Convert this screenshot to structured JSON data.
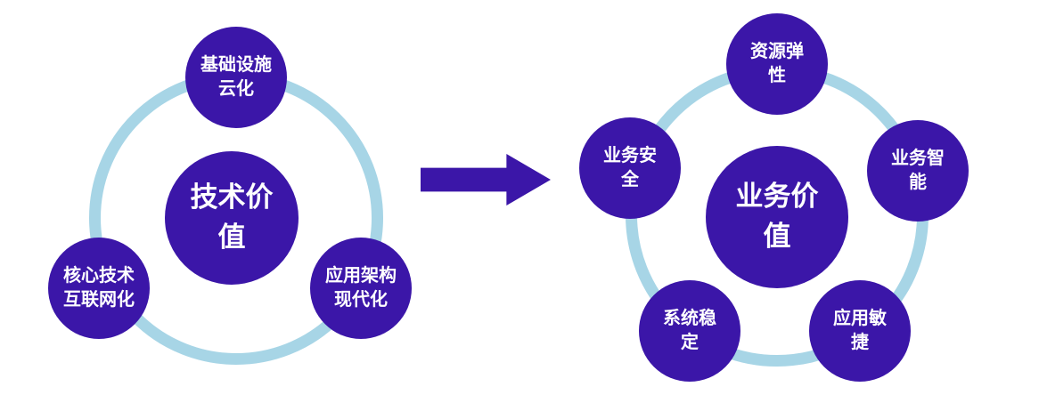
{
  "colors": {
    "circle_purple": "#3b16a8",
    "ring_blue": "#a7d5e6",
    "text_white": "#ffffff",
    "background": "#ffffff"
  },
  "left_diagram": {
    "center": {
      "lines": [
        "技术价",
        "值"
      ]
    },
    "satellites": [
      {
        "lines": [
          "基础设施",
          "云化"
        ]
      },
      {
        "lines": [
          "核心技术",
          "互联网化"
        ]
      },
      {
        "lines": [
          "应用架构",
          "现代化"
        ]
      }
    ]
  },
  "right_diagram": {
    "center": {
      "lines": [
        "业务价",
        "值"
      ]
    },
    "satellites": [
      {
        "lines": [
          "资源弹",
          "性"
        ]
      },
      {
        "lines": [
          "业务安",
          "全"
        ]
      },
      {
        "lines": [
          "业务智",
          "能"
        ]
      },
      {
        "lines": [
          "系统稳",
          "定"
        ]
      },
      {
        "lines": [
          "应用敏",
          "捷"
        ]
      }
    ]
  }
}
